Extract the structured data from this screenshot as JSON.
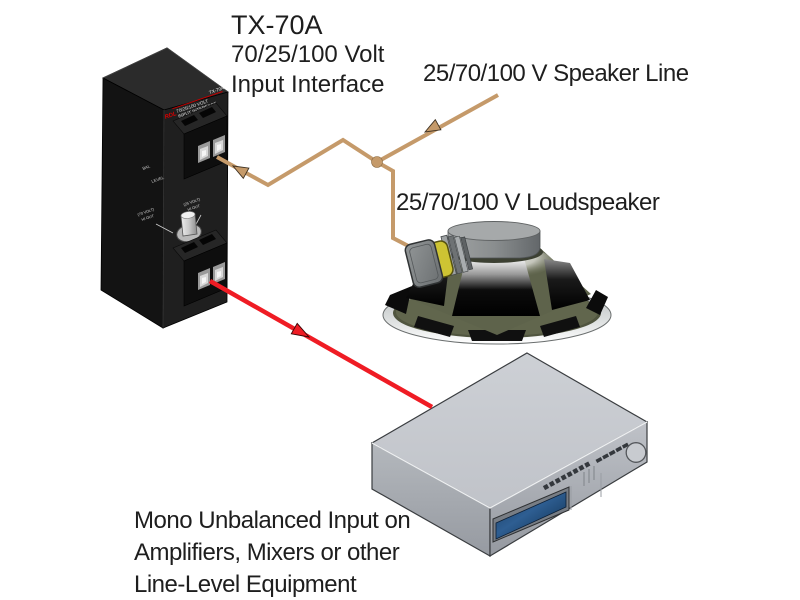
{
  "title": {
    "model": "TX-70A",
    "line2": "70/25/100 Volt",
    "line3": "Input Interface"
  },
  "labels": {
    "speaker_line": "25/70/100 V Speaker Line",
    "loudspeaker": "25/70/100 V Loudspeaker",
    "bottom": [
      "Mono Unbalanced Input on",
      "Amplifiers, Mixers or other",
      "Line-Level Equipment"
    ]
  },
  "device": {
    "brand": "RDL",
    "model": "TX-70A",
    "face_line1": "70/25/100 VOLT",
    "face_line2": "INPUT INTERFACE",
    "bal": "BAL",
    "level": "LEVEL",
    "switch_pos1_l1": "(70 VOLT)",
    "switch_pos1_l2": "HI OUT",
    "switch_pos2_l1": "(25 VOLT)",
    "switch_pos2_l2": "HI OUT"
  },
  "colors": {
    "wire": "#C59A6A",
    "signal": "#EF1C24",
    "text": "#1E1E1E",
    "brand": "#D40000"
  }
}
